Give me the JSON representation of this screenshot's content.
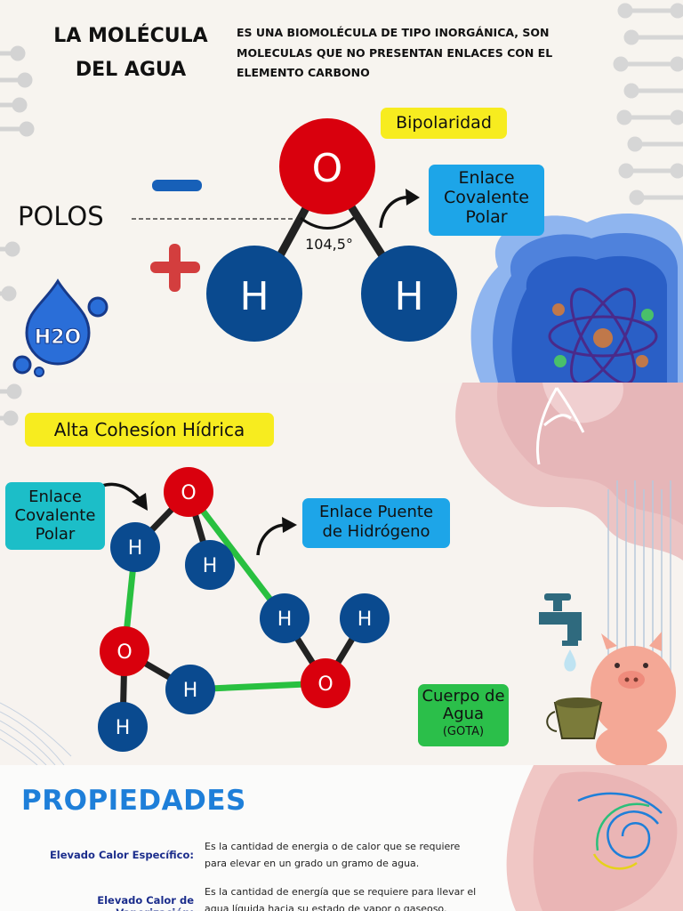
{
  "header": {
    "title_line1": "LA MOLÉCULA",
    "title_line2": "DEL AGUA",
    "intro": "ES UNA BIOMOLÉCULA DE TIPO INORGÁNICA, SON MOLECULAS QUE NO PRESENTAN ENLACES CON EL ELEMENTO CARBONO"
  },
  "molecule": {
    "bipolarity": "Bipolaridad",
    "poles_label": "POLOS",
    "angle": "104,5°",
    "oxygen": "O",
    "hydrogen": "H",
    "bond_line1": "Enlace",
    "bond_line2": "Covalente",
    "bond_line3": "Polar",
    "badge_text": "H2O"
  },
  "cohesion": {
    "title": "Alta Cohesíon Hídrica",
    "covalent_line1": "Enlace",
    "covalent_line2": "Covalente",
    "covalent_line3": "Polar",
    "hbond_line1": "Enlace Puente",
    "hbond_line2": "de Hidrógeno",
    "body_line1": "Cuerpo de",
    "body_line2": "Agua",
    "body_line3": "(GOTA)"
  },
  "properties": {
    "title": "PROPIEDADES",
    "items": [
      {
        "label": "Elevado Calor Específico:",
        "description": "Es la cantidad de energia o de calor que se requiere para elevar en un grado un gramo de agua."
      },
      {
        "label": "Elevado Calor de Vaporización:",
        "description": "Es la cantidad de energía que se requiere para llevar el agua líquida hacia su estado de vapor o gaseoso."
      }
    ]
  },
  "colors": {
    "oxygen": "#d9000d",
    "hydrogen": "#0a4a8f",
    "hbond": "#29c040",
    "title_blue": "#1e7fd9"
  }
}
